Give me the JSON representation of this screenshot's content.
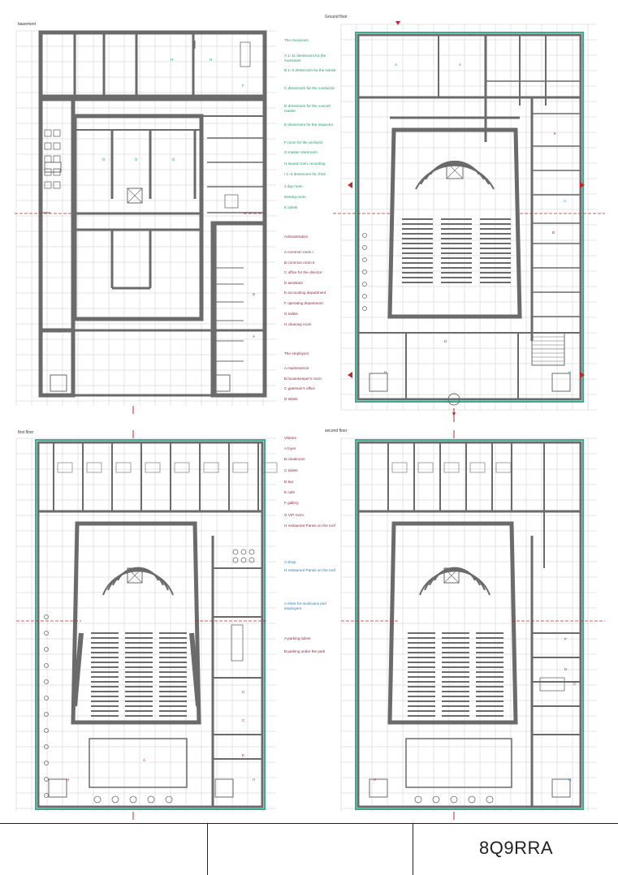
{
  "floors": {
    "basement": "basement",
    "ground": "Ground floor",
    "first": "first floor",
    "second": "second floor"
  },
  "legend_basement": {
    "musicians_title": "The musicians",
    "musicians": [
      "A 1÷11 dressroom for the musicians",
      "B 1÷3 dressroom for the soloist",
      "C dressroom for the conductor",
      "D dressroom for the concert master",
      "E dressroom for the inspector",
      "F room for the archivist",
      "G master storeroom",
      "H sound room, recording",
      "I 1÷3 dressroom for choir",
      "J day room",
      "Itesting room",
      "K toilets"
    ],
    "admin_title": "Administration",
    "admin": [
      "A common room I",
      "B common room II",
      "C office for the director",
      "D assistant",
      "E accounting department",
      "F operating department",
      "G toilets",
      "H cleaning room"
    ],
    "employers_title": "The employers",
    "employers": [
      "A maintenence",
      "B housekeeper's room",
      "C gateman's office",
      "D toilets"
    ]
  },
  "legend_first": {
    "visitors_title": "Visitors",
    "visitors": [
      "A foyer",
      "B cloakroom",
      "C toilets",
      "D bar",
      "E café",
      "F gallery",
      "G VIP room",
      "H restaurant Parois on the roof"
    ],
    "shop": [
      "A shop",
      "H restaurant Parois on the roof"
    ],
    "entry": [
      "A enter for musicians and employers"
    ],
    "parking": [
      "A parking toilets",
      "B parking under the park"
    ]
  },
  "room_labels": {
    "A": "A",
    "B": "B",
    "C": "C",
    "D": "D",
    "E": "E",
    "F": "F",
    "G": "G",
    "H": "H",
    "I": "I",
    "K": "K"
  },
  "title_block": {
    "code": "8Q9RRA"
  },
  "colors": {
    "wall": "#6b6b6b",
    "grid": "#c9c9c9",
    "teal": "#3aaa90",
    "marker": "#c0282d",
    "legend_green": "#1f9a6a",
    "legend_red": "#8a2a3a",
    "legend_blue": "#2a7ab5"
  }
}
